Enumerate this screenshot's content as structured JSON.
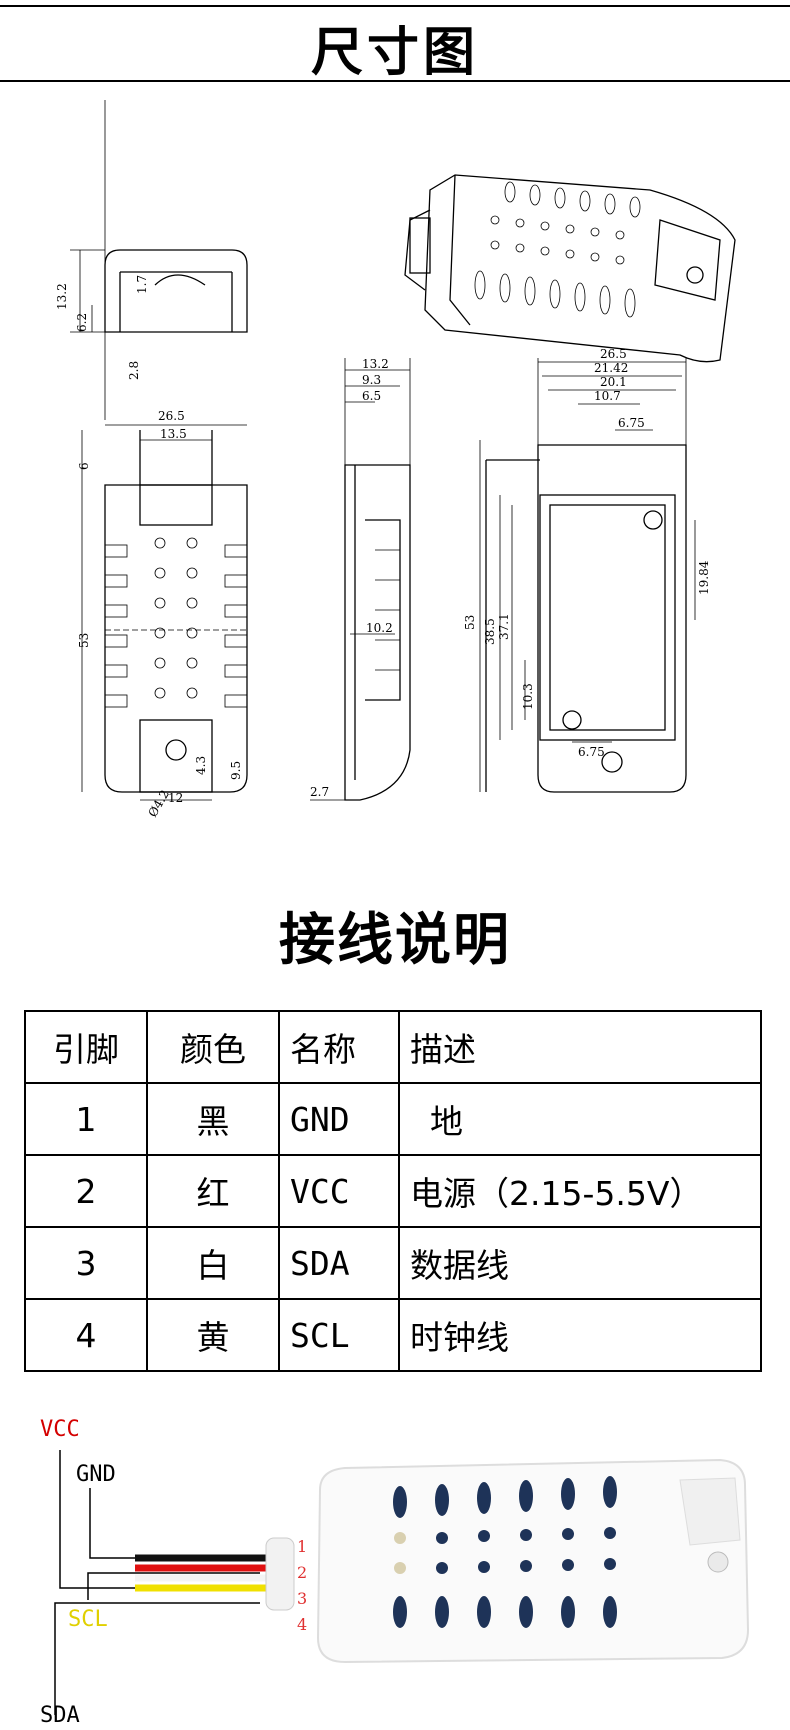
{
  "dimension_section": {
    "title": "尺寸图",
    "top_view_labels": [
      "13.2",
      "6.2",
      "1.7",
      "2.8"
    ],
    "front_view_labels": [
      "26.5",
      "13.5",
      "6",
      "53",
      "4.3",
      "9.5",
      "Ø4.2",
      "12"
    ],
    "side_view_labels": [
      "13.2",
      "9.3",
      "6.5",
      "10.2",
      "2.7"
    ],
    "back_view_labels": [
      "26.5",
      "21.42",
      "20.1",
      "10.7",
      "6.75",
      "19.84",
      "38.5",
      "37.1",
      "53",
      "10.3",
      "6.75"
    ]
  },
  "wiring_section": {
    "title": "接线说明",
    "headers": [
      "引脚",
      "颜色",
      "名称",
      "描述"
    ],
    "rows": [
      {
        "pin": "1",
        "color": "黑",
        "name": "GND",
        "desc": "地"
      },
      {
        "pin": "2",
        "color": "红",
        "name": "VCC",
        "desc": "电源（2.15-5.5V）"
      },
      {
        "pin": "3",
        "color": "白",
        "name": "SDA",
        "desc": "数据线"
      },
      {
        "pin": "4",
        "color": "黄",
        "name": "SCL",
        "desc": "时钟线"
      }
    ]
  },
  "wire_diagram": {
    "labels": {
      "vcc": "VCC",
      "gnd": "GND",
      "scl": "SCL",
      "sda": "SDA"
    },
    "pin_numbers": [
      "1",
      "2",
      "3",
      "4"
    ],
    "colors": {
      "vcc": "#d40000",
      "gnd": "#000000",
      "scl": "#e0d000",
      "sda": "#000000",
      "wire_black": "#111111",
      "wire_red": "#e01010",
      "wire_white": "#f4f4f4",
      "wire_yellow": "#f0e000",
      "pin_number": "#e03030"
    }
  }
}
